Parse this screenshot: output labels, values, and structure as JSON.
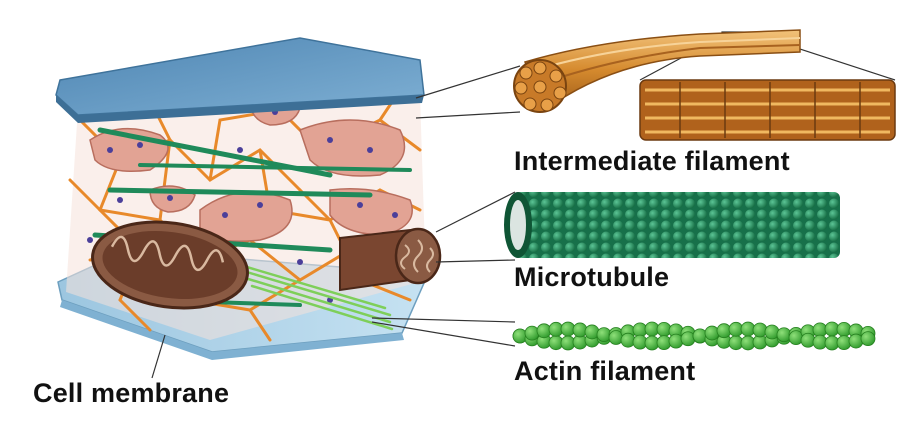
{
  "labels": {
    "intermediate_filament": "Intermediate filament",
    "microtubule": "Microtubule",
    "actin_filament": "Actin filament",
    "cell_membrane": "Cell membrane"
  },
  "colors": {
    "membrane_top": "#5b93bd",
    "membrane_bottom": "#a9cfe6",
    "network": "#e8892a",
    "vesicle": "#e2a394",
    "microtubule": "#1f8a5a",
    "actin": "#3fae3a",
    "mitochondrion": "#6b3d2a",
    "intermediate": "#d78a30"
  }
}
